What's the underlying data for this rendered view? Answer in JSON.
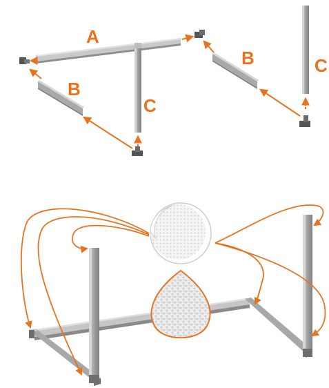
{
  "labels": {
    "part_a": "A",
    "part_b_left": "B",
    "part_b_right": "B",
    "part_c_center": "C",
    "part_c_right": "C"
  },
  "colors": {
    "accent": "#E8731F",
    "frame_light": "#BDBDBD",
    "frame_mid": "#9E9E9E",
    "frame_dark": "#6E6E6E",
    "connector": "#555555"
  },
  "icons": {
    "velcro_dots": "velcro-dots-icon",
    "velcro_texture": "velcro-texture-icon"
  }
}
